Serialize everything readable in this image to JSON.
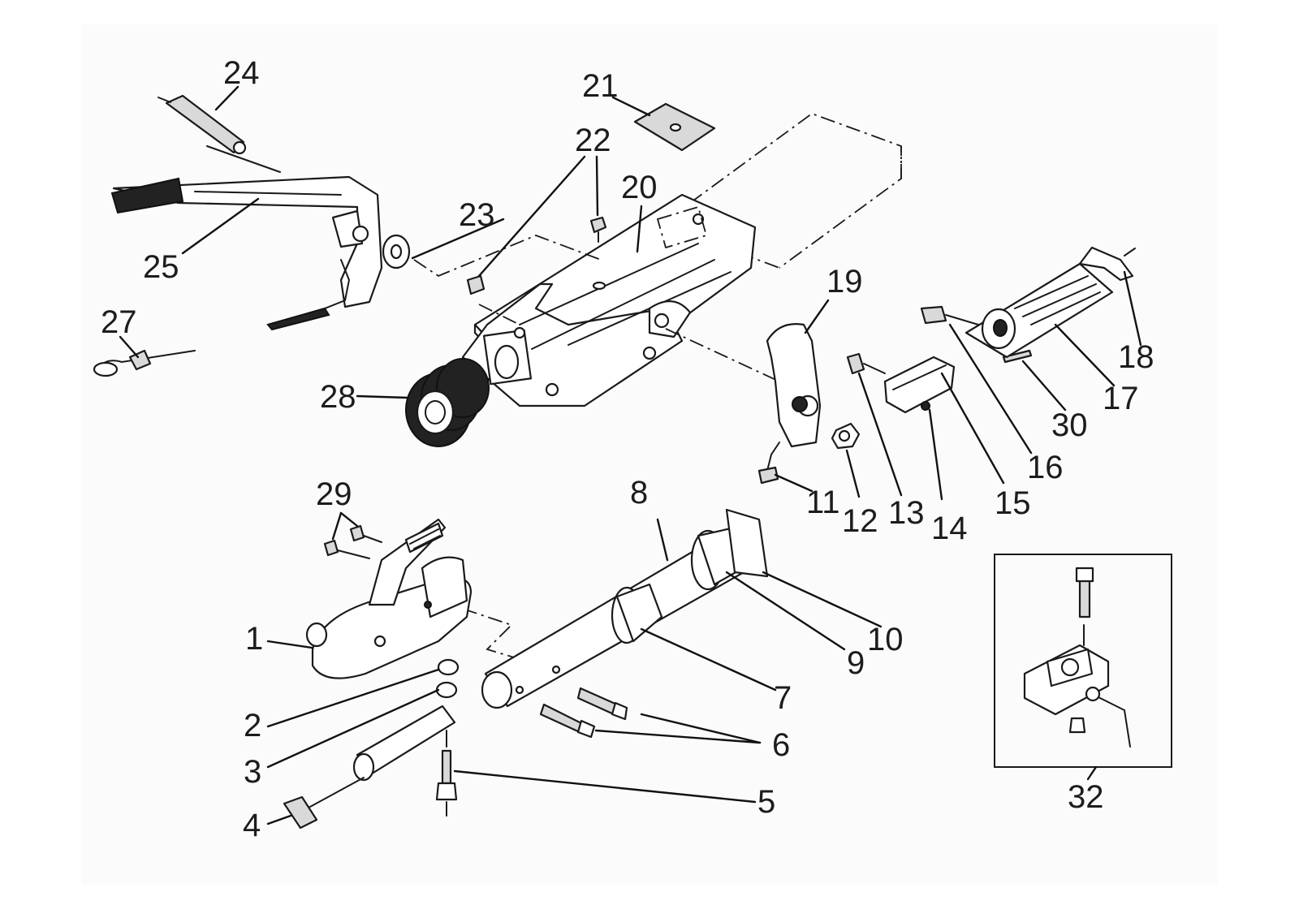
{
  "diagram": {
    "type": "exploded-parts-drawing",
    "callouts": {
      "c1": "1",
      "c2": "2",
      "c3": "3",
      "c4": "4",
      "c5": "5",
      "c6": "6",
      "c7": "7",
      "c8": "8",
      "c9": "9",
      "c10": "10",
      "c11": "11",
      "c12": "12",
      "c13": "13",
      "c14": "14",
      "c15": "15",
      "c16": "16",
      "c17": "17",
      "c18": "18",
      "c19": "19",
      "c20": "20",
      "c21": "21",
      "c22": "22",
      "c23": "23",
      "c24": "24",
      "c25": "25",
      "c27": "27",
      "c28": "28",
      "c29": "29",
      "c30": "30",
      "c32": "32"
    }
  }
}
